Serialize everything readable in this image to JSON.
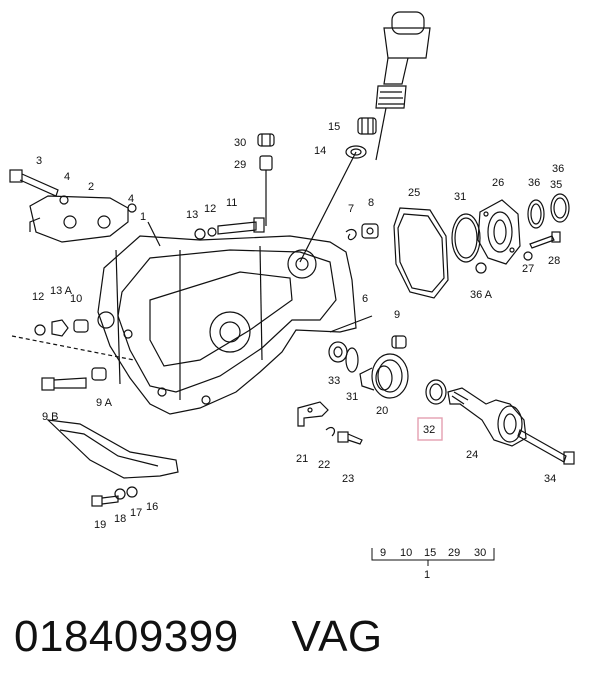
{
  "footer": {
    "part_number": "018409399",
    "brand": "VAG"
  },
  "highlight_color": "#e3a0b0",
  "diagram": {
    "labels": {
      "l3": "3",
      "l4a": "4",
      "l2": "2",
      "l4b": "4",
      "l1": "1",
      "l13": "13",
      "l12top": "12",
      "l11": "11",
      "l30a": "30",
      "l29a": "29",
      "l15a": "15",
      "l14": "14",
      "l7": "7",
      "l8": "8",
      "l25": "25",
      "l31a": "31",
      "l26": "26",
      "l36a": "36",
      "l36b": "36",
      "l35": "35",
      "l28": "28",
      "l27": "27",
      "l36A": "36 A",
      "l12b": "12",
      "l13A": "13 A",
      "l10": "10",
      "l6": "6",
      "l9a": "9",
      "l9B": "9 B",
      "l9A": "9 A",
      "l33": "33",
      "l31b": "31",
      "l20": "20",
      "l32": "32",
      "l24": "24",
      "l34": "34",
      "l21": "21",
      "l22": "22",
      "l23": "23",
      "l19": "19",
      "l18": "18",
      "l17": "17",
      "l16": "16"
    },
    "group": {
      "items": [
        "9",
        "10",
        "15",
        "29",
        "30"
      ],
      "label": "1"
    }
  }
}
